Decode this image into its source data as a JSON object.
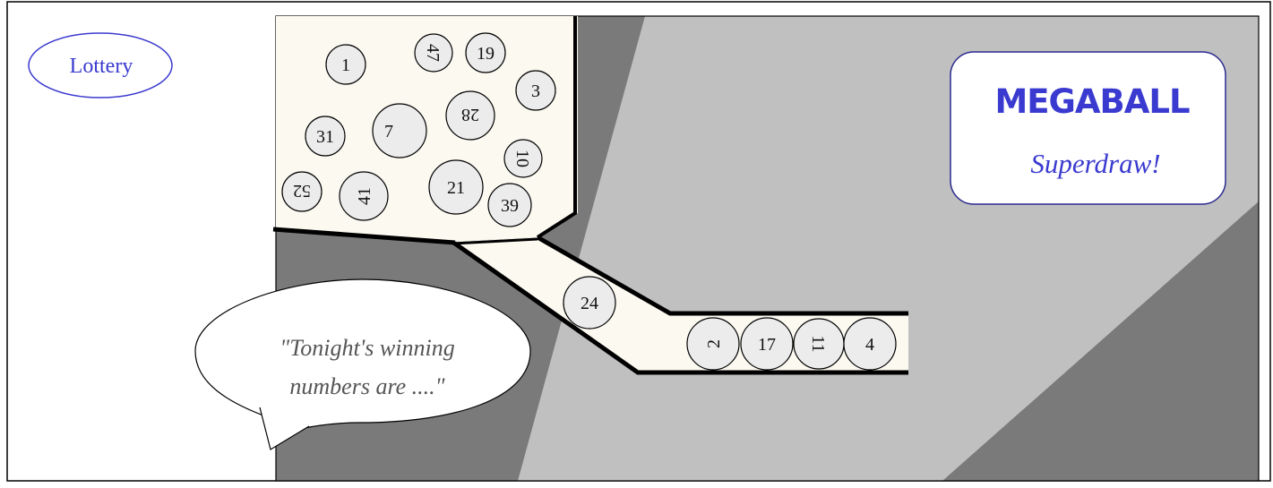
{
  "badge": {
    "label": "Lottery"
  },
  "brand": {
    "line1": "MEGABALL",
    "line2": "Superdraw!"
  },
  "speech": {
    "line1": "\"Tonight's winning",
    "line2": "numbers are ....\""
  },
  "machine_balls": [
    "1",
    "47",
    "19",
    "3",
    "28",
    "7",
    "31",
    "10",
    "21",
    "52",
    "41",
    "39"
  ],
  "chute_ball": "24",
  "winning_balls": [
    "2",
    "17",
    "11",
    "4"
  ],
  "colors": {
    "text_blue": "#3a3ad0",
    "speech_text": "#555555",
    "ball_fill": "#ececec",
    "hopper_fill": "#fbf9f0",
    "panel_light": "#c0c0c0",
    "panel_dark": "#7a7a7a"
  }
}
